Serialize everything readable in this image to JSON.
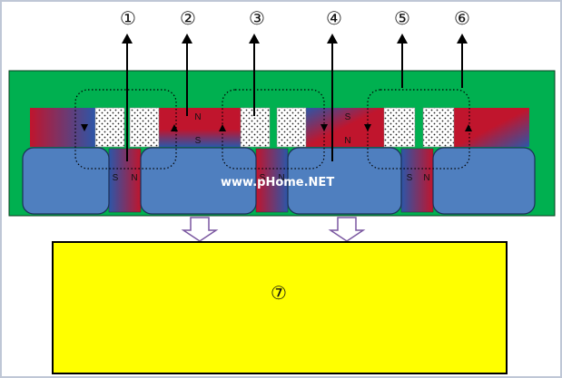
{
  "labels": {
    "arrow_1": "①",
    "arrow_2": "②",
    "arrow_3": "③",
    "arrow_4": "④",
    "arrow_5": "⑤",
    "arrow_6": "⑥",
    "target": "⑦"
  },
  "poles": {
    "top_n_1": "N",
    "top_s_1": "S",
    "top_s_2": "S",
    "top_n_2": "N",
    "small_s_1": "S",
    "small_n_1": "N",
    "small_s_2": "S",
    "small_n_2": "N",
    "small_s_3": "S",
    "small_n_3": "N"
  },
  "watermark": "www.pHome.NET",
  "colors": {
    "frame_border": "#bfc7d6",
    "board": "#00b050",
    "pole_block": "#4f7fbf",
    "magnet_red": "#c0152d",
    "magnet_blue": "#2c56a8",
    "target_fill": "#ffff00",
    "flux_arrow": "#7a57a0"
  }
}
